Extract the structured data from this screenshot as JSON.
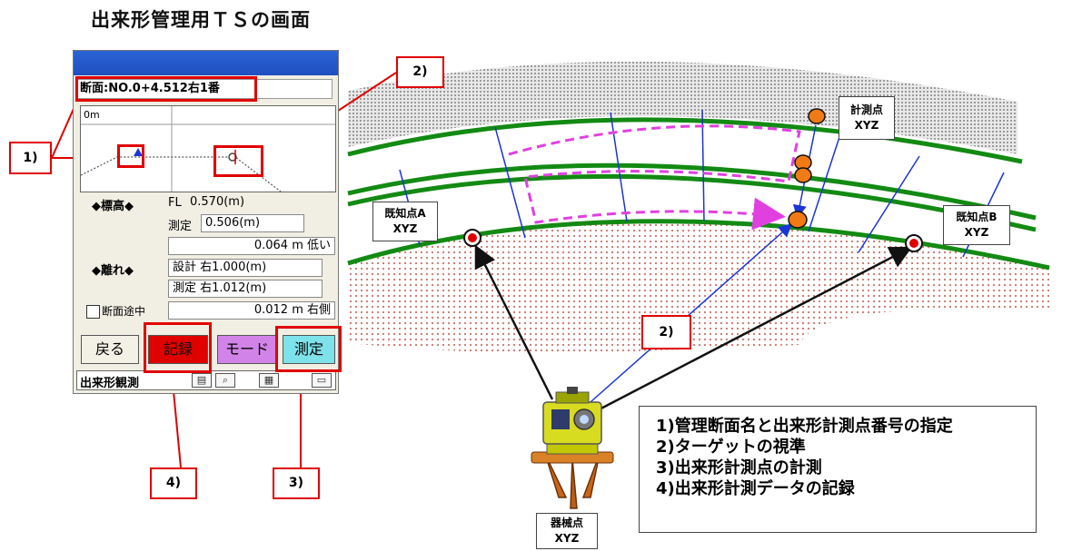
{
  "title": "出来形管理用ＴＳの画面",
  "device": {
    "section_label": "断面:NO.0+4.512右1番",
    "view_label": "0m",
    "elevation": {
      "label": "◆標高◆",
      "fl_label": "FL",
      "fl_value": "0.570(m)",
      "measured_label": "測定",
      "measured_value": "0.506(m)",
      "diff": "0.064 m 低い"
    },
    "offset": {
      "label": "◆離れ◆",
      "design": "設計 右1.000(m)",
      "measured": "測定 右1.012(m)",
      "diff": "0.012 m 右側"
    },
    "checkbox_label": "断面途中",
    "buttons": {
      "back": "戻る",
      "record": "記録",
      "mode": "モード",
      "measure": "測定"
    },
    "status_label": "出来形観測"
  },
  "callouts": {
    "c1": "1)",
    "c2_top": "2)",
    "c2_mid": "2)",
    "c3": "3)",
    "c4": "4)"
  },
  "points": {
    "measure": {
      "name": "計測点",
      "coord": "XYZ"
    },
    "known_a": {
      "name": "既知点A",
      "coord": "XYZ"
    },
    "known_b": {
      "name": "既知点B",
      "coord": "XYZ"
    },
    "instrument": {
      "name": "器械点",
      "coord": "XYZ"
    }
  },
  "legend": [
    "1)管理断面名と出来形計測点番号の指定",
    "2)ターゲットの視準",
    "3)出来形計測点の計測",
    "4)出来形計測データの記録"
  ],
  "colors": {
    "accent_red": "#e00000",
    "road_green": "#138a13",
    "dashed_magenta": "#e040e0",
    "sight_blue": "#1a35d6",
    "point_orange": "#f07a14"
  }
}
